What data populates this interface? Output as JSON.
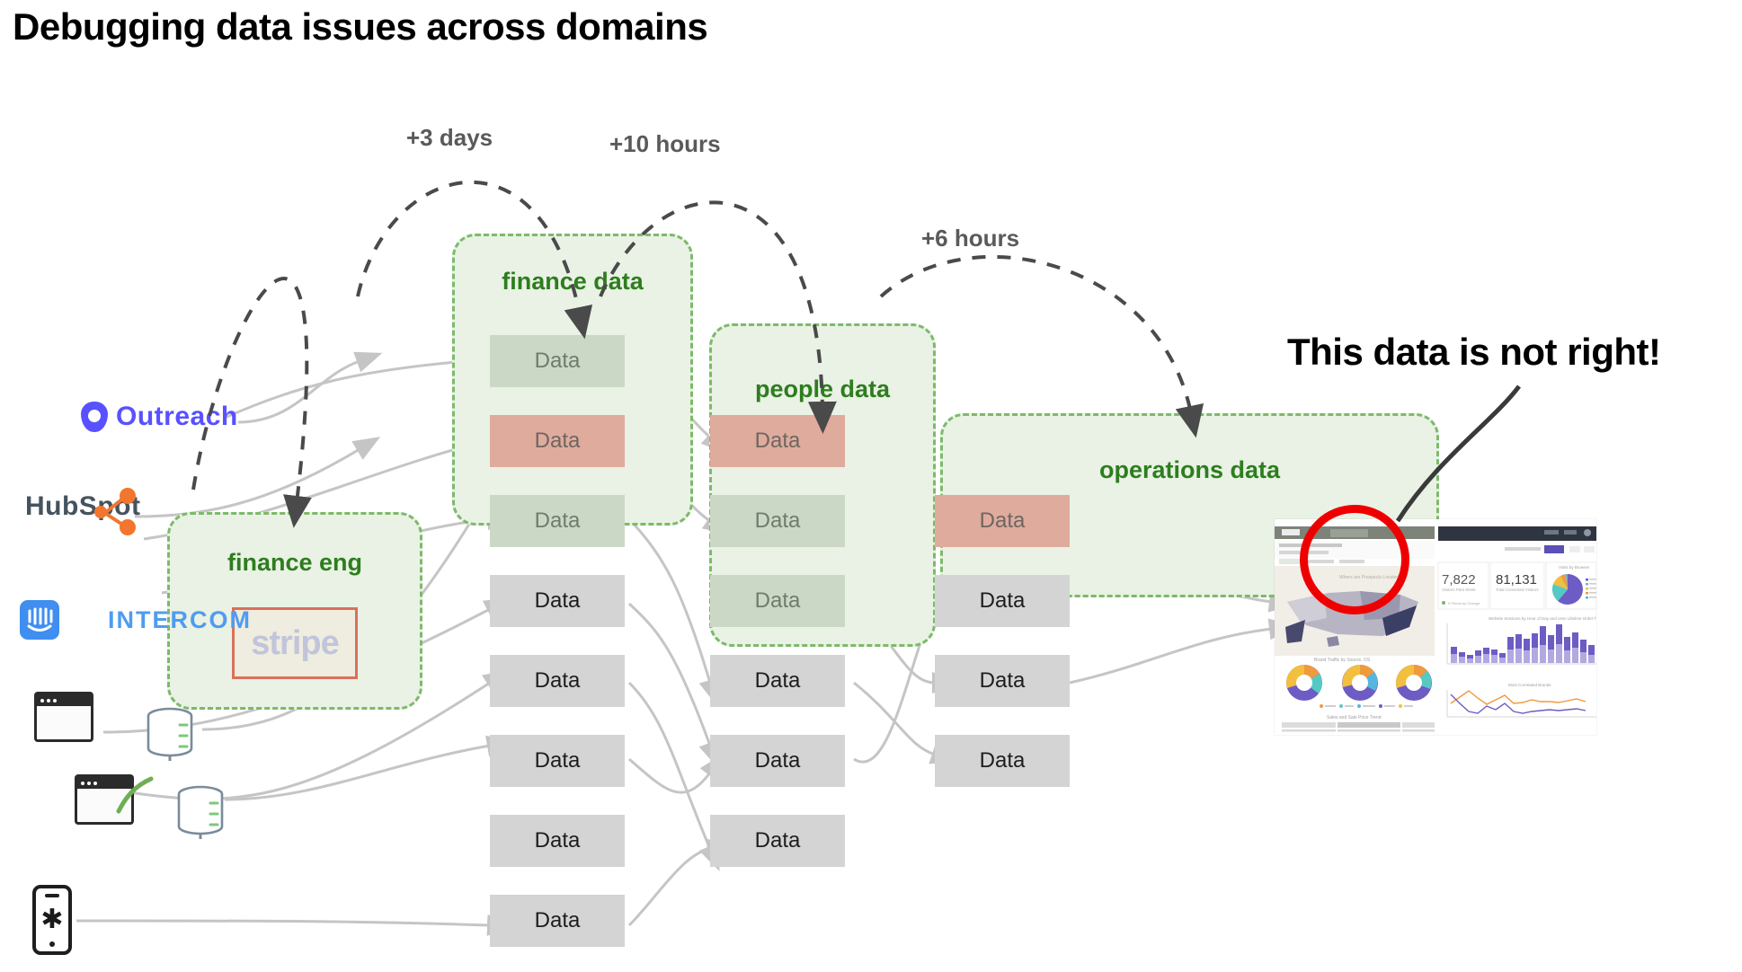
{
  "page": {
    "title": "Debugging data issues across domains",
    "callout": "This data is not right!"
  },
  "sources": [
    {
      "id": "outreach",
      "label": "Outreach",
      "icon": "outreach-logo-icon",
      "color": "#5951ff"
    },
    {
      "id": "hubspot",
      "label": "HubSpot",
      "icon": "hubspot-logo-icon",
      "color": "#45535e"
    },
    {
      "id": "intercom",
      "label": "INTERCOM",
      "icon": "intercom-logo-icon",
      "color": "#4f9cf0"
    },
    {
      "id": "browser-1",
      "label": "",
      "icon": "browser-window-icon",
      "color": "#2b2b2b"
    },
    {
      "id": "browser-2",
      "label": "",
      "icon": "browser-window-icon",
      "color": "#2b2b2b"
    },
    {
      "id": "mobile",
      "label": "",
      "icon": "mobile-phone-icon",
      "color": "#1e1e1e"
    },
    {
      "id": "database-1",
      "label": "",
      "icon": "database-server-icon",
      "color": "#7b8b9a"
    },
    {
      "id": "database-2",
      "label": "",
      "icon": "database-server-icon",
      "color": "#7b8b9a"
    }
  ],
  "groups": [
    {
      "id": "finance-eng",
      "label": "finance eng"
    },
    {
      "id": "finance-data",
      "label": "finance data"
    },
    {
      "id": "people-data",
      "label": "people data"
    },
    {
      "id": "operations-data",
      "label": "operations data"
    }
  ],
  "stripe": {
    "label": "stripe",
    "border_color": "#d9705d"
  },
  "columns": [
    {
      "id": "finance-column",
      "group": "finance data",
      "nodes": [
        {
          "label": "Data",
          "state": "in-group"
        },
        {
          "label": "Data",
          "state": "alert"
        },
        {
          "label": "Data",
          "state": "in-group"
        },
        {
          "label": "Data",
          "state": "plain"
        },
        {
          "label": "Data",
          "state": "plain"
        },
        {
          "label": "Data",
          "state": "plain"
        },
        {
          "label": "Data",
          "state": "plain"
        },
        {
          "label": "Data",
          "state": "plain"
        }
      ]
    },
    {
      "id": "people-column",
      "group": "people data",
      "nodes": [
        {
          "label": "Data",
          "state": "alert"
        },
        {
          "label": "Data",
          "state": "in-group"
        },
        {
          "label": "Data",
          "state": "in-group"
        },
        {
          "label": "Data",
          "state": "plain"
        },
        {
          "label": "Data",
          "state": "plain"
        },
        {
          "label": "Data",
          "state": "plain"
        }
      ]
    },
    {
      "id": "operations-column",
      "group": "operations data",
      "nodes": [
        {
          "label": "Data",
          "state": "alert"
        },
        {
          "label": "Data",
          "state": "plain"
        },
        {
          "label": "Data",
          "state": "plain"
        },
        {
          "label": "Data",
          "state": "plain"
        }
      ]
    }
  ],
  "latency_edges": [
    {
      "id": "edge-eng-to-finance",
      "label": "+3 days",
      "from": "finance eng",
      "to": "finance data"
    },
    {
      "id": "edge-finance-to-people",
      "label": "+10 hours",
      "from": "finance data",
      "to": "people data"
    },
    {
      "id": "edge-people-to-ops",
      "label": "+6 hours",
      "from": "people data",
      "to": "operations data"
    }
  ],
  "dashboard": {
    "kpis": [
      {
        "value": "7,822",
        "label": "Visitors Past Week"
      },
      {
        "value": "81,131",
        "label": "Total Converted Visitors"
      }
    ],
    "panels": [
      {
        "id": "us-map",
        "title": "Where are Prospects Located?"
      },
      {
        "id": "visits-pie",
        "title": "Visits by Browser"
      },
      {
        "id": "donuts",
        "title": "Brand Traffic by Source, OS"
      },
      {
        "id": "hour-bars",
        "title": "Website Sessions by Hour of Day and User Lifetime Order Tier"
      },
      {
        "id": "brands-lines",
        "title": "Most Correlated Brands"
      },
      {
        "id": "sales-table",
        "title": "Sales and Sale Price Trend"
      }
    ],
    "colors": {
      "purple": "#6c5cc4",
      "teal": "#57c9c4",
      "yellow": "#f2bf3f",
      "orange": "#ef9a3c",
      "navy": "#2b3a55"
    }
  },
  "theme": {
    "group_fill": "#e9f2e4",
    "group_border": "#7cba6a",
    "group_label": "#2e7d1f",
    "alert_fill": "#dfab9d",
    "plain_fill": "#d4d4d4",
    "in_group_fill": "#ccd8c6",
    "edge_gray": "#c5c5c5",
    "latency_dash": "#4a4a4a",
    "callout_circle": "#ef0000"
  }
}
